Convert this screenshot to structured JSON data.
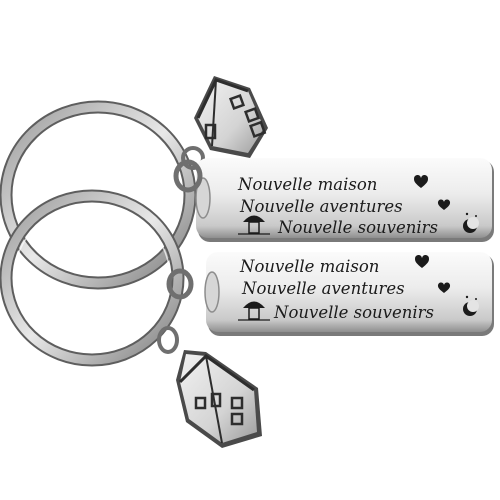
{
  "scene": {
    "subject": "Two engraved stainless steel keychains with house charms",
    "colors": {
      "metal_light": "#f4f4f4",
      "metal_mid": "#cfcfcf",
      "metal_dark": "#6b6b6b",
      "engraving": "#1b1b1b"
    }
  },
  "tags": [
    {
      "line1": "Nouvelle maison",
      "line2": "Nouvelle aventures",
      "line3": "Nouvelle souvenirs"
    },
    {
      "line1": "Nouvelle maison",
      "line2": "Nouvelle aventures",
      "line3": "Nouvelle souvenirs"
    }
  ]
}
